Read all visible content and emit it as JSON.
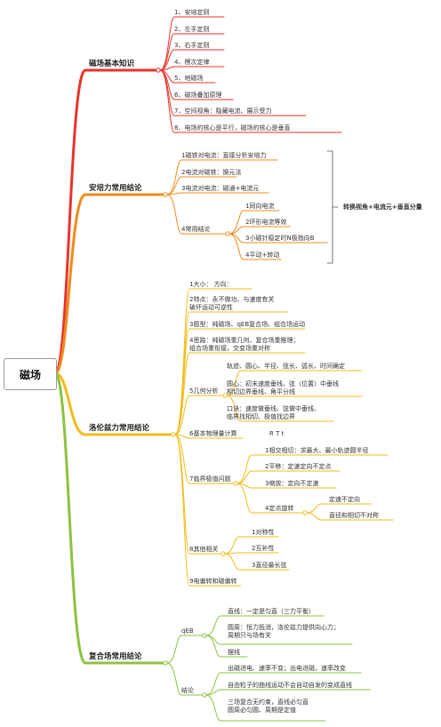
{
  "root": "磁场",
  "colors": {
    "branch1": "#e8332a",
    "branch2": "#f08a1c",
    "branch3": "#f3bb1a",
    "branch4": "#8cc23f",
    "bracket": "#555555"
  },
  "b1": {
    "title": "磁场基本知识",
    "items": [
      "1、安培定则",
      "2、左手定则",
      "3、右手定则",
      "4、楞次定律",
      "5、地磁场",
      "6、磁场叠加原理",
      "7、空间视角：隐藏电流、展示受力",
      "8、电场的核心是平行，磁场的核心是垂直"
    ]
  },
  "b2": {
    "title": "安培力常用结论",
    "items": [
      "1磁铁对电流：直接分析安培力",
      "2电流对磁铁：换元法",
      "3电流对电流：磁通+电流元",
      "4常用结论"
    ],
    "sub4": [
      "1同向电流",
      "2环形电流等效",
      "3小磁针稳定时N极指向B",
      "4平动+转动"
    ],
    "note": "转换视角+电流元+垂直分量"
  },
  "b3": {
    "title": "洛伦兹力常用结论",
    "items": [
      "1大小：         方向：",
      "2特点：永不做功、与速度有关\n破坏运动可逆性",
      "3题型：纯磁场、qEB复合场、组合场运动",
      "4思路：纯磁场重几何、复合场重推理；\n组合场重衔接，交变场重对称",
      "5几何分析",
      "6基本物理量计算",
      "7临界极值问题",
      "8其他相关",
      "9电偏转和磁偏转"
    ],
    "sub5": [
      "轨迹、圆心、半径、弦长、弧长、时间确定",
      "圆心：初末速度垂线、弦（位置）中垂线\n相切边界垂线、角平分线",
      "口诀：速度做垂线、弦做中垂线、\n临界找相切、极值找边界"
    ],
    "sub6": "R T t",
    "sub7": [
      "1相交相切：求最大、最小轨迹圆半径",
      "2平移：定速定向不定点",
      "3缩放：定向不定速",
      "4定点旋转"
    ],
    "sub74": [
      "定速不定向",
      "直径和相切不对称"
    ],
    "sub8": [
      "1对称性",
      "2互补性",
      "3直径最长弦"
    ]
  },
  "b4": {
    "title": "复合场常用结论",
    "items": [
      "qEB",
      "结论"
    ],
    "subA": [
      "直线：一定是匀直（三力平衡）",
      "圆周：恒力抵消，洛伦兹力提供向心力；\n周期只与场有关",
      "摆线"
    ],
    "subB": [
      "出磁进电、速率不变；出电进磁，速率改变",
      "自由粒子的曲线运动不会自动自发的变成直线",
      "三场复合无约束，直线必匀直\n圆周必匀圆、周期是定值"
    ]
  }
}
